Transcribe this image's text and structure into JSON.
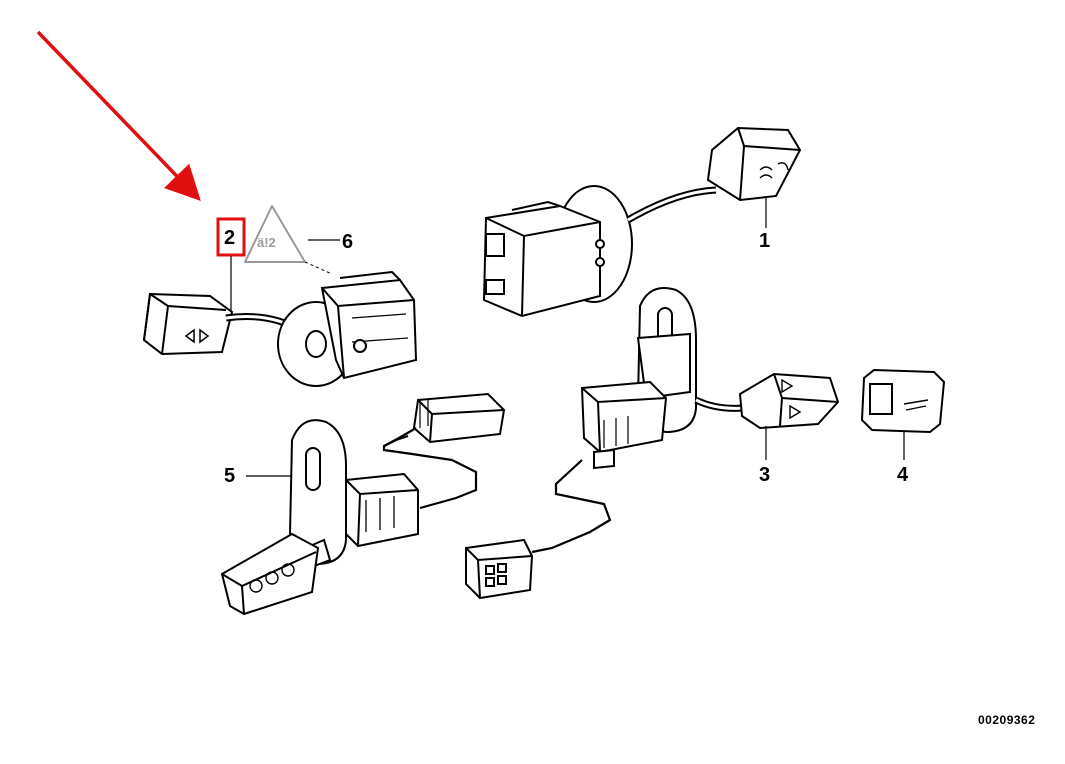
{
  "diagram": {
    "drawing_id": "00209362",
    "highlight_color": "#e01010",
    "line_color": "#000000",
    "parts": [
      {
        "number": "1"
      },
      {
        "number": "2"
      },
      {
        "number": "3"
      },
      {
        "number": "4"
      },
      {
        "number": "5"
      },
      {
        "number": "6"
      }
    ]
  }
}
